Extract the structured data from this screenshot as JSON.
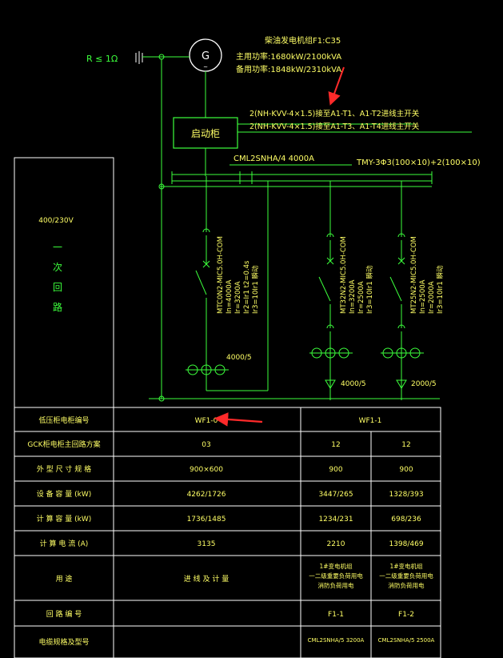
{
  "generator": {
    "symbol": "G",
    "title": "柴油发电机组F1:C35",
    "main_power": "主用功率:1680kW/2100kVA",
    "standby_power": "备用功率:1848kW/2310kVA",
    "grounding": "R ≤ 1Ω"
  },
  "start_cabinet": "启动柜",
  "cables": {
    "line1": "2(NH-KVV-4×1.5)接至A1-T1、A1-T2进线主开关",
    "line2": "2(NH-KVV-4×1.5)接至A1-T3、A1-T4进线主开关",
    "busway": "CML2SNHA/4  4000A",
    "busbar": "TMY-3Φ3(100×10)+2(100×10)"
  },
  "side_panel": {
    "voltage": "400/230V",
    "label_chars": [
      "一",
      "次",
      "回",
      "路"
    ]
  },
  "breakers": {
    "b1": {
      "model": "MTC0N2-MIC5.0H-COM",
      "params": [
        "In=4000A",
        "Ir=3200A",
        "Ir2=Ir1 t2=0.4s",
        "Ir3=10Ir1 瞬动"
      ],
      "ct": "4000/5"
    },
    "b2": {
      "model": "MT32N2-MIC5.0H-COM",
      "params": [
        "In=3200A",
        "Ir=2500A",
        "Ir3=10Ir1 瞬动"
      ],
      "ct": "4000/5"
    },
    "b3": {
      "model": "MT25N2-MIC5.0H-COM",
      "params": [
        "In=2500A",
        "Ir=2000A",
        "Ir3=10Ir1 瞬动"
      ],
      "ct": "2000/5"
    }
  },
  "table": {
    "rows": [
      {
        "label": "低压柜电柜编号",
        "c1": "WF1-0",
        "c23": "WF1-1"
      },
      {
        "label": "GCK柜电柜主回路方案",
        "c1": "03",
        "c2": "12",
        "c3": "12"
      },
      {
        "label": "外 型 尺 寸 规 格",
        "c1": "900×600",
        "c2": "900",
        "c3": "900"
      },
      {
        "label": "设 备 容 量 (kW)",
        "c1": "4262/1726",
        "c2": "3447/265",
        "c3": "1328/393"
      },
      {
        "label": "计 算 容 量 (kW)",
        "c1": "1736/1485",
        "c2": "1234/231",
        "c3": "698/236"
      },
      {
        "label": "计 算 电 流 (A)",
        "c1": "3135",
        "c2": "2210",
        "c3": "1398/469"
      },
      {
        "label": "用      途",
        "c1": "进 线 及 计 量",
        "c2": [
          "1#变电机组",
          "一二级重要负荷用电",
          "消防负荷用电"
        ],
        "c3": [
          "1#变电机组",
          "一二级重要负荷用电",
          "消防负荷用电"
        ]
      },
      {
        "label": "回 路 编 号",
        "c1": "",
        "c2": "F1-1",
        "c3": "F1-2"
      },
      {
        "label": "电缆规格及型号",
        "c1": "",
        "c2": "CML2SNHA/5  3200A",
        "c3": "CML2SNHA/5  2500A"
      }
    ]
  }
}
